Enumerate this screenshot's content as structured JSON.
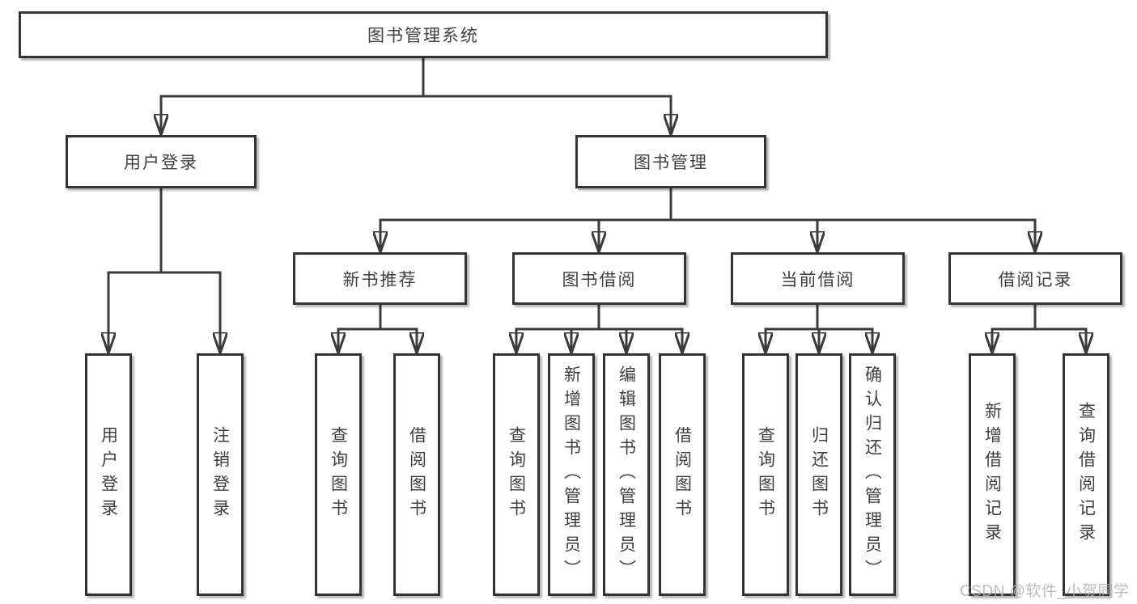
{
  "title": "图书管理系统",
  "colors": {
    "line": "#3b3b3b",
    "border": "#333333",
    "text": "#3f3f3f",
    "watermark": "#b0b0b0"
  },
  "level2": {
    "user_login": "用户登录",
    "book_management": "图书管理"
  },
  "level3": {
    "new_book_recommend": "新书推荐",
    "book_borrow": "图书借阅",
    "current_borrow": "当前借阅",
    "borrow_records": "借阅记录"
  },
  "leaves": {
    "user_login_leaf": "用户登录",
    "logout": "注销登录",
    "nb_query_books": "查询图书",
    "nb_borrow_books": "借阅图书",
    "bb_query_books": "查询图书",
    "bb_add_books": "新增图书（管理员）",
    "bb_edit_books": "编辑图书（管理员）",
    "bb_borrow_books": "借阅图书",
    "cb_query_books": "查询图书",
    "cb_return_books": "归还图书",
    "cb_confirm_return": "确认归还（管理员）",
    "br_add_record": "新增借阅记录",
    "br_query_record": "查询借阅记录"
  },
  "watermark": "CSDN @软件_小贺同学"
}
